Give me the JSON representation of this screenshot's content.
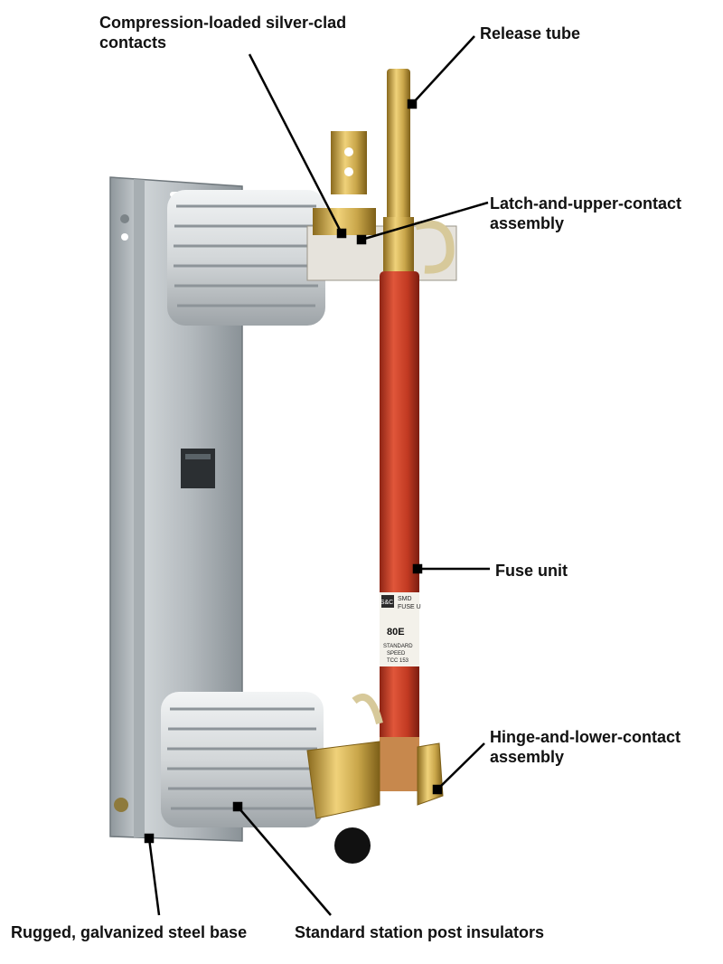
{
  "callouts": [
    {
      "id": "contacts",
      "text": "Compression-loaded silver-clad\ncontacts"
    },
    {
      "id": "release",
      "text": "Release tube"
    },
    {
      "id": "latch",
      "text": "Latch-and-upper-contact\nassembly"
    },
    {
      "id": "fuse",
      "text": "Fuse unit"
    },
    {
      "id": "hinge",
      "text": "Hinge-and-lower-contact\nassembly"
    },
    {
      "id": "base",
      "text": "Rugged, galvanized steel base"
    },
    {
      "id": "insulators",
      "text": "Standard station post insulators"
    }
  ],
  "fuse_label": {
    "brand": "S&C",
    "line1": "SMD",
    "line2": "FUSE U",
    "rating": "80E",
    "speed1": "STANDARD",
    "speed2": "SPEED",
    "tcc": "TCC 153"
  },
  "colors": {
    "fuse_tube": "#c43a22",
    "insulator": "#d6dadc",
    "steel": "#b9bfc3",
    "brass": "#c9a64a",
    "text": "#111111"
  }
}
